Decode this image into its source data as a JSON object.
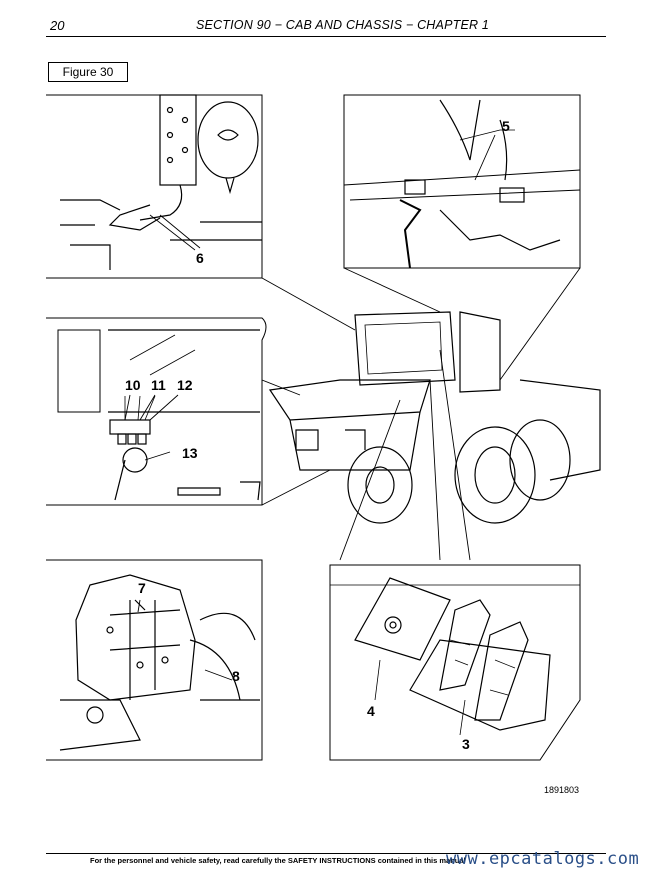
{
  "header": {
    "page_number": "20",
    "section": "SECTION 90 − CAB AND CHASSIS − CHAPTER 1"
  },
  "figure": {
    "label": "Figure 30",
    "code": "1891803",
    "callouts": {
      "c3": "3",
      "c4": "4",
      "c5": "5",
      "c6": "6",
      "c7": "7",
      "c8": "8",
      "c10": "10",
      "c11": "11",
      "c12": "12",
      "c13": "13"
    }
  },
  "footer": {
    "notice": "For the personnel and vehicle safety, read carefully the SAFETY INSTRUCTIONS contained in this manual",
    "watermark": "www.epcatalogs.com"
  }
}
